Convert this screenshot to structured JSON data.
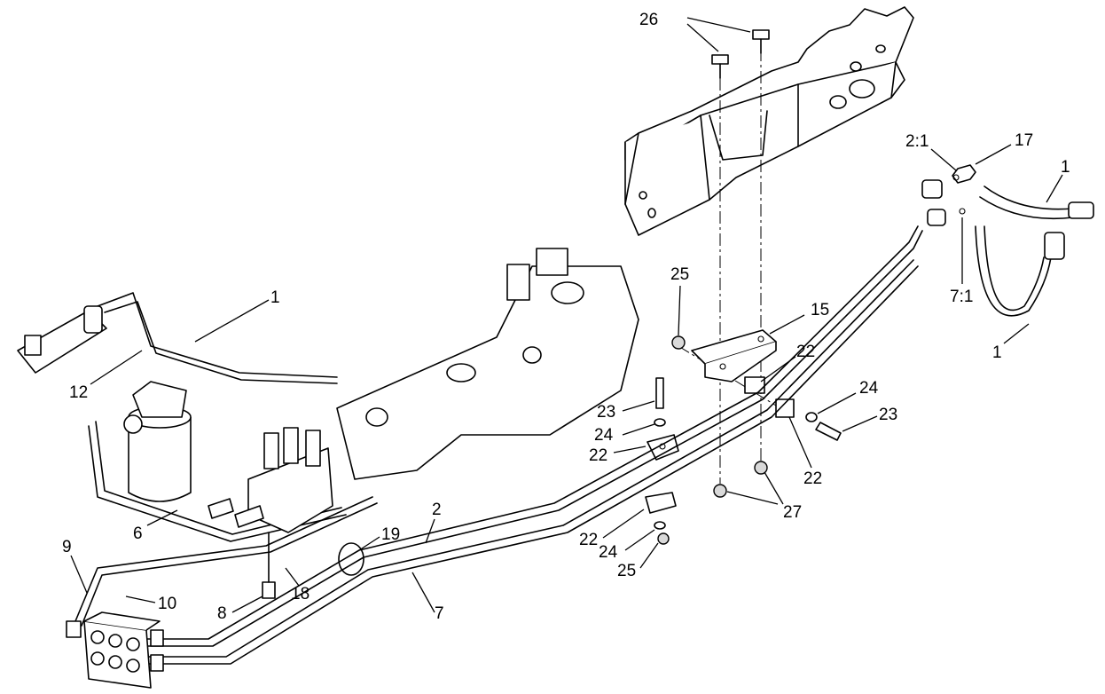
{
  "callouts": {
    "c26": "26",
    "c2_1": "2:1",
    "c17": "17",
    "c1_top_right": "1",
    "c7_1": "7:1",
    "c1_right_hose": "1",
    "c25_top": "25",
    "c15": "15",
    "c22_upper": "22",
    "c1_left": "1",
    "c12": "12",
    "c23_left": "23",
    "c24_left": "24",
    "c22_left": "22",
    "c24_right": "24",
    "c23_right": "23",
    "c22_right": "22",
    "c27": "27",
    "c2": "2",
    "c6": "6",
    "c9": "9",
    "c19": "19",
    "c22_lower": "22",
    "c24_lower": "24",
    "c25_lower": "25",
    "c10": "10",
    "c18": "18",
    "c8": "8",
    "c7": "7"
  }
}
